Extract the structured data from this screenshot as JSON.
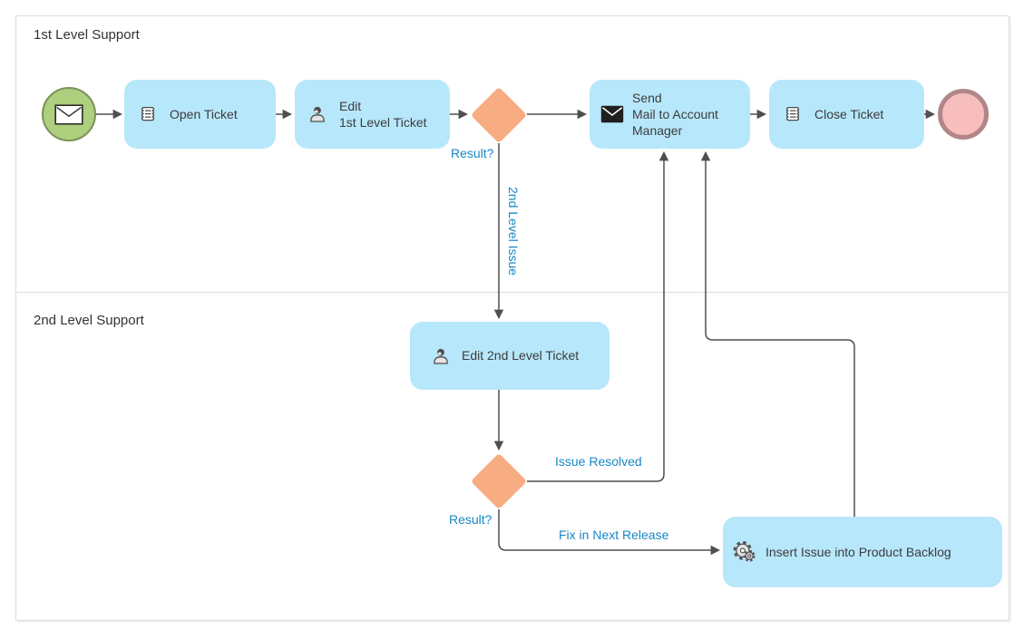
{
  "diagram": {
    "lanes": [
      {
        "label": "1st Level Support"
      },
      {
        "label": "2nd Level Support"
      }
    ],
    "nodes": {
      "start_event": {
        "type": "start-event",
        "icon": "envelope-icon"
      },
      "open_ticket": {
        "label": "Open Ticket",
        "icon": "script-icon"
      },
      "edit_1st": {
        "label": "Edit\n1st Level Ticket",
        "icon": "user-icon"
      },
      "gateway_1": {
        "label": "Result?"
      },
      "send_mail": {
        "label": "Send\nMail to Account\nManager",
        "icon": "mail-icon"
      },
      "close_ticket": {
        "label": "Close Ticket",
        "icon": "script-icon"
      },
      "end_event": {
        "type": "end-event"
      },
      "edit_2nd": {
        "label": "Edit 2nd Level Ticket",
        "icon": "user-icon"
      },
      "gateway_2": {
        "label": "Result?"
      },
      "insert_backlog": {
        "label": "Insert Issue into Product Backlog",
        "icon": "gear-icon"
      }
    },
    "edge_labels": {
      "second_level_issue": "2nd Level Issue",
      "issue_resolved": "Issue Resolved",
      "fix_next_release": "Fix in Next Release"
    },
    "colors": {
      "task_fill": "#B7E7FA",
      "gateway_fill": "#F8AC82",
      "start_fill": "#ADCF7E",
      "start_border": "#7C9159",
      "end_fill": "#F8BDBD",
      "end_border": "#B18687",
      "label_blue": "#1787C5",
      "connector": "#4F4F4F",
      "lane_border": "#DCDCDC",
      "task_text": "#3C3C3C",
      "lane_text": "#333333"
    }
  }
}
